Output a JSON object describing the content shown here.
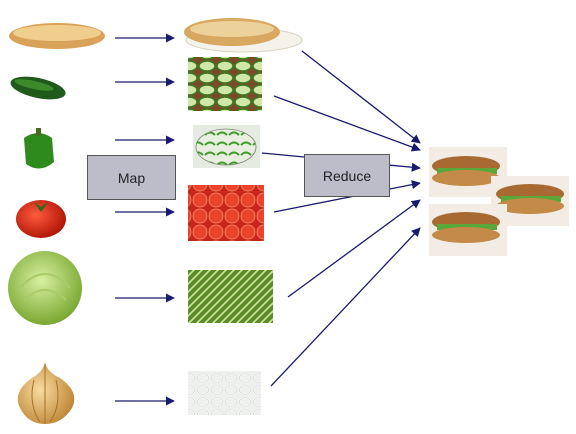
{
  "diagram": {
    "map_label": "Map",
    "reduce_label": "Reduce",
    "ingredients": [
      "bread-loaf",
      "cucumber",
      "green-pepper",
      "tomato",
      "lettuce",
      "onion"
    ],
    "sliced": [
      "sliced-bread",
      "sliced-cucumber",
      "sliced-pepper",
      "sliced-tomato",
      "shredded-lettuce",
      "sliced-onion"
    ],
    "result": "sandwiches",
    "arrow_color": "#1a1a6e"
  }
}
